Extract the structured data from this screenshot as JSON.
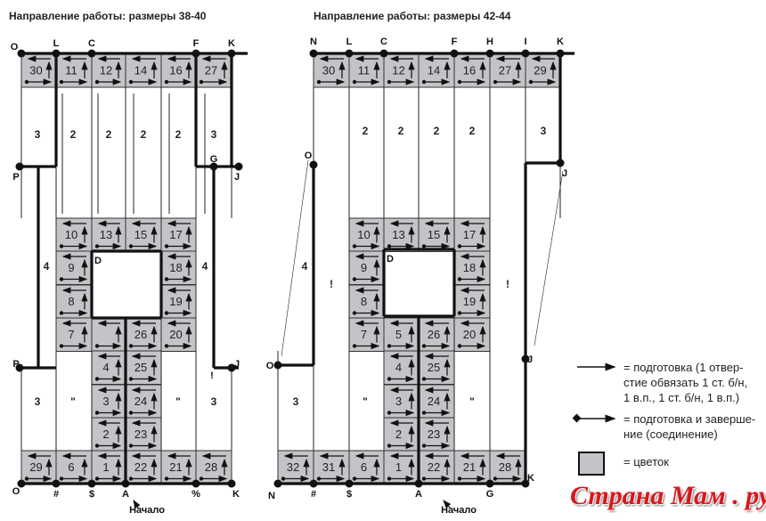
{
  "left": {
    "title": "Направление работы: размеры 38-40",
    "cells": [
      "30",
      "11",
      "12",
      "14",
      "16",
      "27",
      "10",
      "13",
      "15",
      "17",
      "9",
      "18",
      "8",
      "19",
      "7",
      "",
      "26",
      "20",
      "4",
      "25",
      "3",
      "24",
      "2",
      "23",
      "29",
      "6",
      "1",
      "22",
      "21",
      "28"
    ],
    "regions": [
      "3",
      "2",
      "2",
      "2",
      "2",
      "3",
      "4",
      "4",
      "3",
      "\"",
      "\"",
      "3"
    ],
    "points": [
      "O",
      "L",
      "C",
      "F",
      "K",
      "P",
      "G",
      "J",
      "D",
      "P",
      "J",
      "!",
      "O",
      "#",
      "$",
      "A",
      "%",
      "K"
    ],
    "start_label": "Начало"
  },
  "right": {
    "title": "Направление работы: размеры 42-44",
    "cells": [
      "30",
      "11",
      "12",
      "14",
      "16",
      "27",
      "29",
      "10",
      "13",
      "15",
      "17",
      "9",
      "18",
      "8",
      "19",
      "7",
      "5",
      "26",
      "20",
      "4",
      "25",
      "3",
      "24",
      "2",
      "23",
      "32",
      "31",
      "6",
      "1",
      "22",
      "21",
      "28"
    ],
    "regions": [
      "2",
      "2",
      "2",
      "2",
      "3",
      "!",
      "!",
      "4",
      "3",
      "\"",
      "\""
    ],
    "points": [
      "N",
      "L",
      "C",
      "F",
      "H",
      "I",
      "K",
      "O",
      "J",
      "D",
      "O",
      "J",
      "N",
      "#",
      "$",
      "A",
      "G",
      "K"
    ],
    "start_label": "Начало"
  },
  "legend": {
    "arrow_lines": [
      "= подготовка (1 отвер-",
      "стие обвязать 1 ст. б/н,",
      "1 в.п., 1 ст. б/н, 1 в.п.)"
    ],
    "diamond_lines": [
      "= подготовка и заверше-",
      "ние (соединение)"
    ],
    "flower_text": "= цветок"
  },
  "watermark": "Страна Мам . ру",
  "colors": {
    "cell": "#c4c4c8",
    "line": "#111111",
    "watermark": "#d8171d"
  }
}
